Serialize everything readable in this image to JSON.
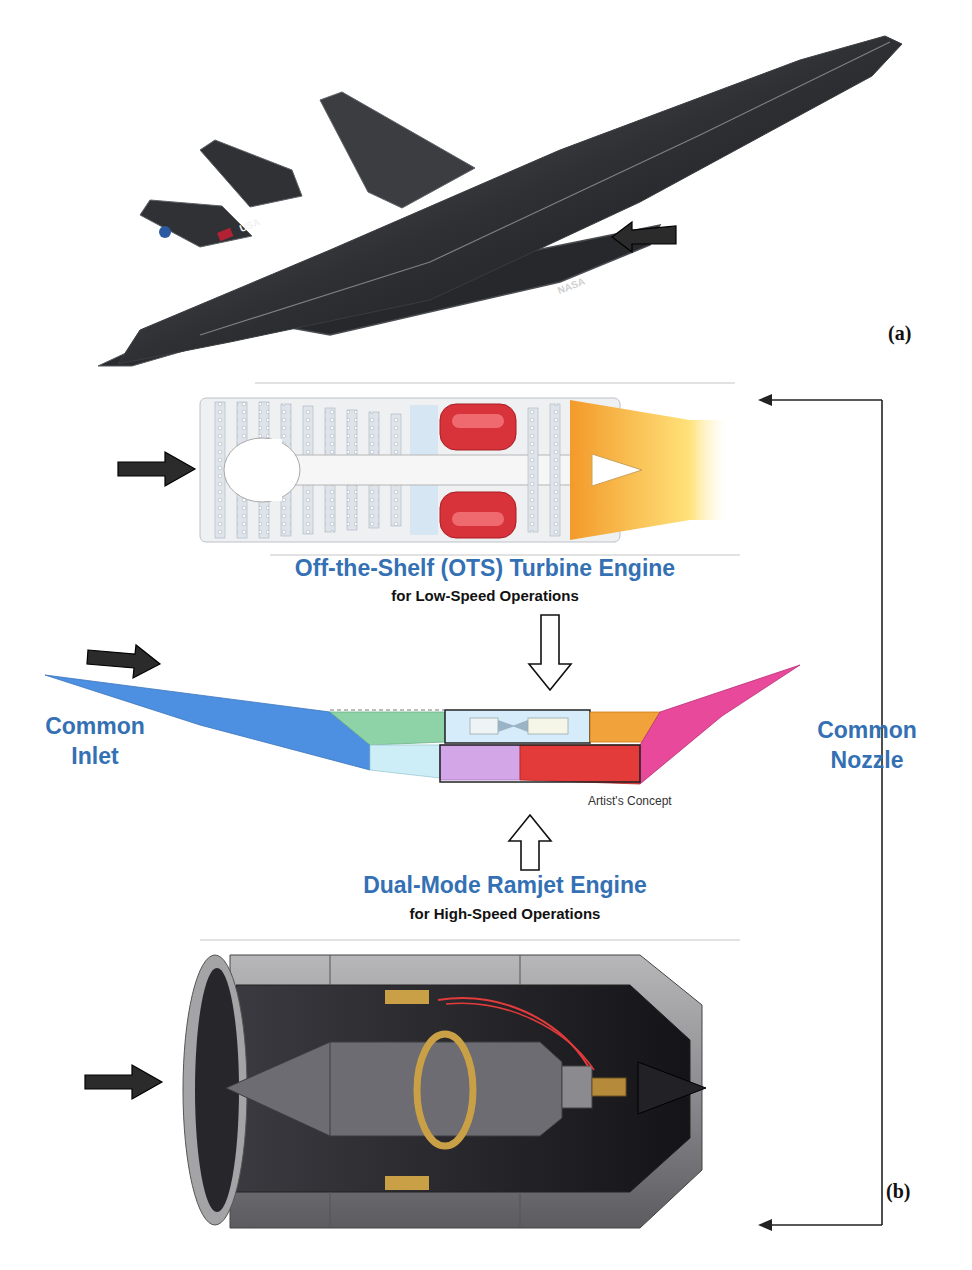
{
  "diagram": {
    "nodes": [
      {
        "text": [
          "Off-the-Shelf (OTS) Turbine Engine",
          "for Low-Speed Operations"
        ]
      },
      {
        "text": [
          "Common Inlet",
          "Common Nozzle",
          "Artist's Concept"
        ]
      },
      {
        "text": [
          "Dual-Mode Ramjet Engine",
          "for High-Speed Operations"
        ]
      }
    ],
    "edges": [
      {
        "from": 0,
        "to": 1,
        "arrow": "to"
      },
      {
        "from": 2,
        "to": 1,
        "arrow": "to"
      }
    ],
    "labels": [
      "(a)",
      "(b)",
      "USA",
      "NASA"
    ]
  }
}
